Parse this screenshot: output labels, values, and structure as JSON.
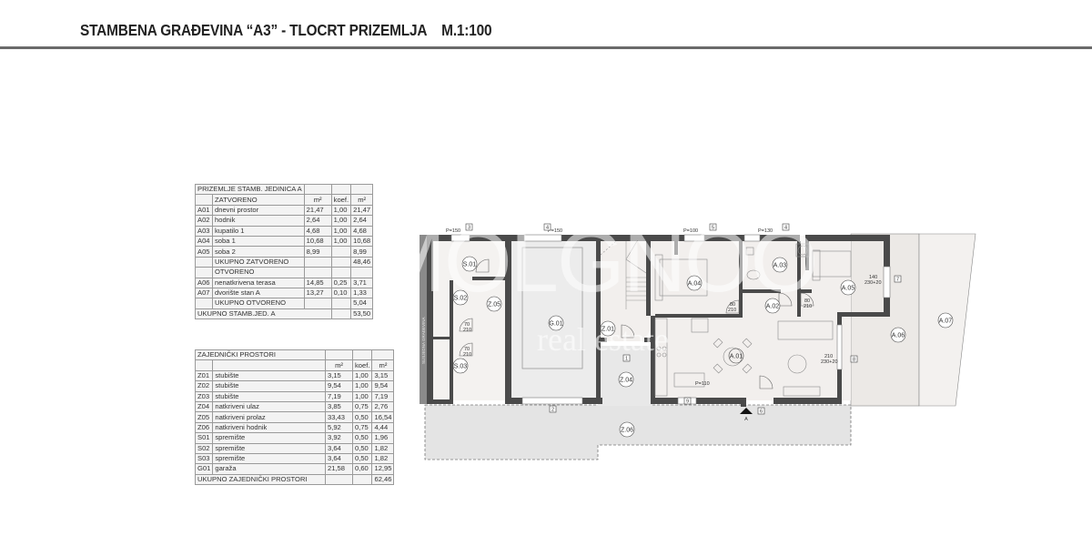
{
  "header": {
    "title": "STAMBENA GRAĐEVINA “A3” - TLOCRT PRIZEMLJA",
    "scale": "M.1:100"
  },
  "unit_a_table": {
    "title": "PRIZEMLJE STAMB. JEDINICA A",
    "section_closed": "ZATVORENO",
    "col_area": "m²",
    "col_coef": "koef.",
    "col_net": "m²",
    "rows_closed": [
      {
        "code": "A01",
        "name": "dnevni prostor",
        "area": "21,47",
        "coef": "1,00",
        "net": "21,47"
      },
      {
        "code": "A02",
        "name": "hodnik",
        "area": "2,64",
        "coef": "1,00",
        "net": "2,64"
      },
      {
        "code": "A03",
        "name": "kupatilo 1",
        "area": "4,68",
        "coef": "1,00",
        "net": "4,68"
      },
      {
        "code": "A04",
        "name": "soba 1",
        "area": "10,68",
        "coef": "1,00",
        "net": "10,68"
      },
      {
        "code": "A05",
        "name": "soba 2",
        "area": "8,99",
        "coef": "",
        "net": "8,99"
      }
    ],
    "total_closed_label": "UKUPNO ZATVORENO",
    "total_closed": "48,46",
    "section_open": "OTVORENO",
    "rows_open": [
      {
        "code": "A06",
        "name": "nenatkrivena terasa",
        "area": "14,85",
        "coef": "0,25",
        "net": "3,71"
      },
      {
        "code": "A07",
        "name": "dvorište stan A",
        "area": "13,27",
        "coef": "0,10",
        "net": "1,33"
      }
    ],
    "total_open_label": "UKUPNO OTVORENO",
    "total_open": "5,04",
    "total_label": "UKUPNO STAMB.JED. A",
    "total": "53,50"
  },
  "common_table": {
    "title": "ZAJEDNIČKI PROSTORI",
    "col_area": "m²",
    "col_coef": "koef.",
    "col_net": "m²",
    "rows": [
      {
        "code": "Z01",
        "name": "stubište",
        "area": "3,15",
        "coef": "1,00",
        "net": "3,15"
      },
      {
        "code": "Z02",
        "name": "stubište",
        "area": "9,54",
        "coef": "1,00",
        "net": "9,54"
      },
      {
        "code": "Z03",
        "name": "stubište",
        "area": "7,19",
        "coef": "1,00",
        "net": "7,19"
      },
      {
        "code": "Z04",
        "name": "natkriveni ulaz",
        "area": "3,85",
        "coef": "0,75",
        "net": "2,76"
      },
      {
        "code": "Z05",
        "name": "natkriveni prolaz",
        "area": "33,43",
        "coef": "0,50",
        "net": "16,54"
      },
      {
        "code": "Z06",
        "name": "natkriveni hodnik",
        "area": "5,92",
        "coef": "0,75",
        "net": "4,44"
      },
      {
        "code": "S01",
        "name": "spremište",
        "area": "3,92",
        "coef": "0,50",
        "net": "1,96"
      },
      {
        "code": "S02",
        "name": "spremište",
        "area": "3,64",
        "coef": "0,50",
        "net": "1,82"
      },
      {
        "code": "S03",
        "name": "spremište",
        "area": "3,64",
        "coef": "0,50",
        "net": "1,82"
      },
      {
        "code": "G01",
        "name": "garaža",
        "area": "21,58",
        "coef": "0,60",
        "net": "12,95"
      }
    ],
    "total_label": "UKUPNO ZAJEDNIČKI PROSTORI",
    "total": "62,46"
  },
  "plan": {
    "neighbor_label": "SUSJEDNA GRAĐEVINA",
    "watermark": "MOLGNOO",
    "watermark_sub": "real estate",
    "rooms": {
      "s01": "S.01",
      "s02": "S.02",
      "s03": "S.03",
      "z05": "Z.05",
      "g01": "G.01",
      "z01": "Z.01",
      "z04": "Z.04",
      "z06": "Z.06",
      "a01": "A.01",
      "a02": "A.02",
      "a03": "A.03",
      "a04": "A.04",
      "a05": "A.05",
      "a06": "A.06",
      "a07": "A.07"
    },
    "openings": {
      "p150a": "P=150",
      "p150b": "P=150",
      "p100": "P=100",
      "p130": "P=130",
      "p110": "P=110",
      "d70a": "70",
      "d70a2": "210",
      "d70b": "70",
      "d70b2": "210",
      "d80a": "80",
      "d80a2": "210",
      "d80b": "80",
      "d80b2": "210",
      "d80c": "80",
      "d80c2": "210",
      "w140": "140",
      "w140b": "230+20",
      "w210": "210",
      "w210b": "230+20"
    },
    "markers": {
      "m1": "1",
      "m2": "2",
      "m3": "3",
      "m4": "4",
      "m5": "5",
      "m6": "6",
      "m7": "7",
      "m8": "8",
      "m9": "9"
    },
    "section_mark": "A"
  }
}
